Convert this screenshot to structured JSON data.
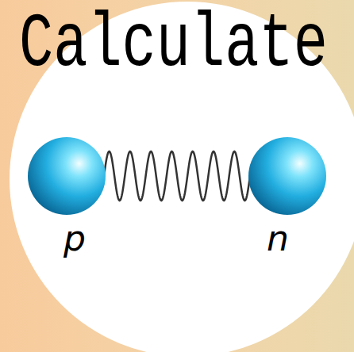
{
  "diagram": {
    "title": "Calculate",
    "nodes": [
      {
        "text": [
          "p"
        ]
      },
      {
        "text": [
          "n"
        ]
      }
    ],
    "edges": [
      {
        "from": 0,
        "to": 1,
        "arrow": "none"
      }
    ]
  }
}
